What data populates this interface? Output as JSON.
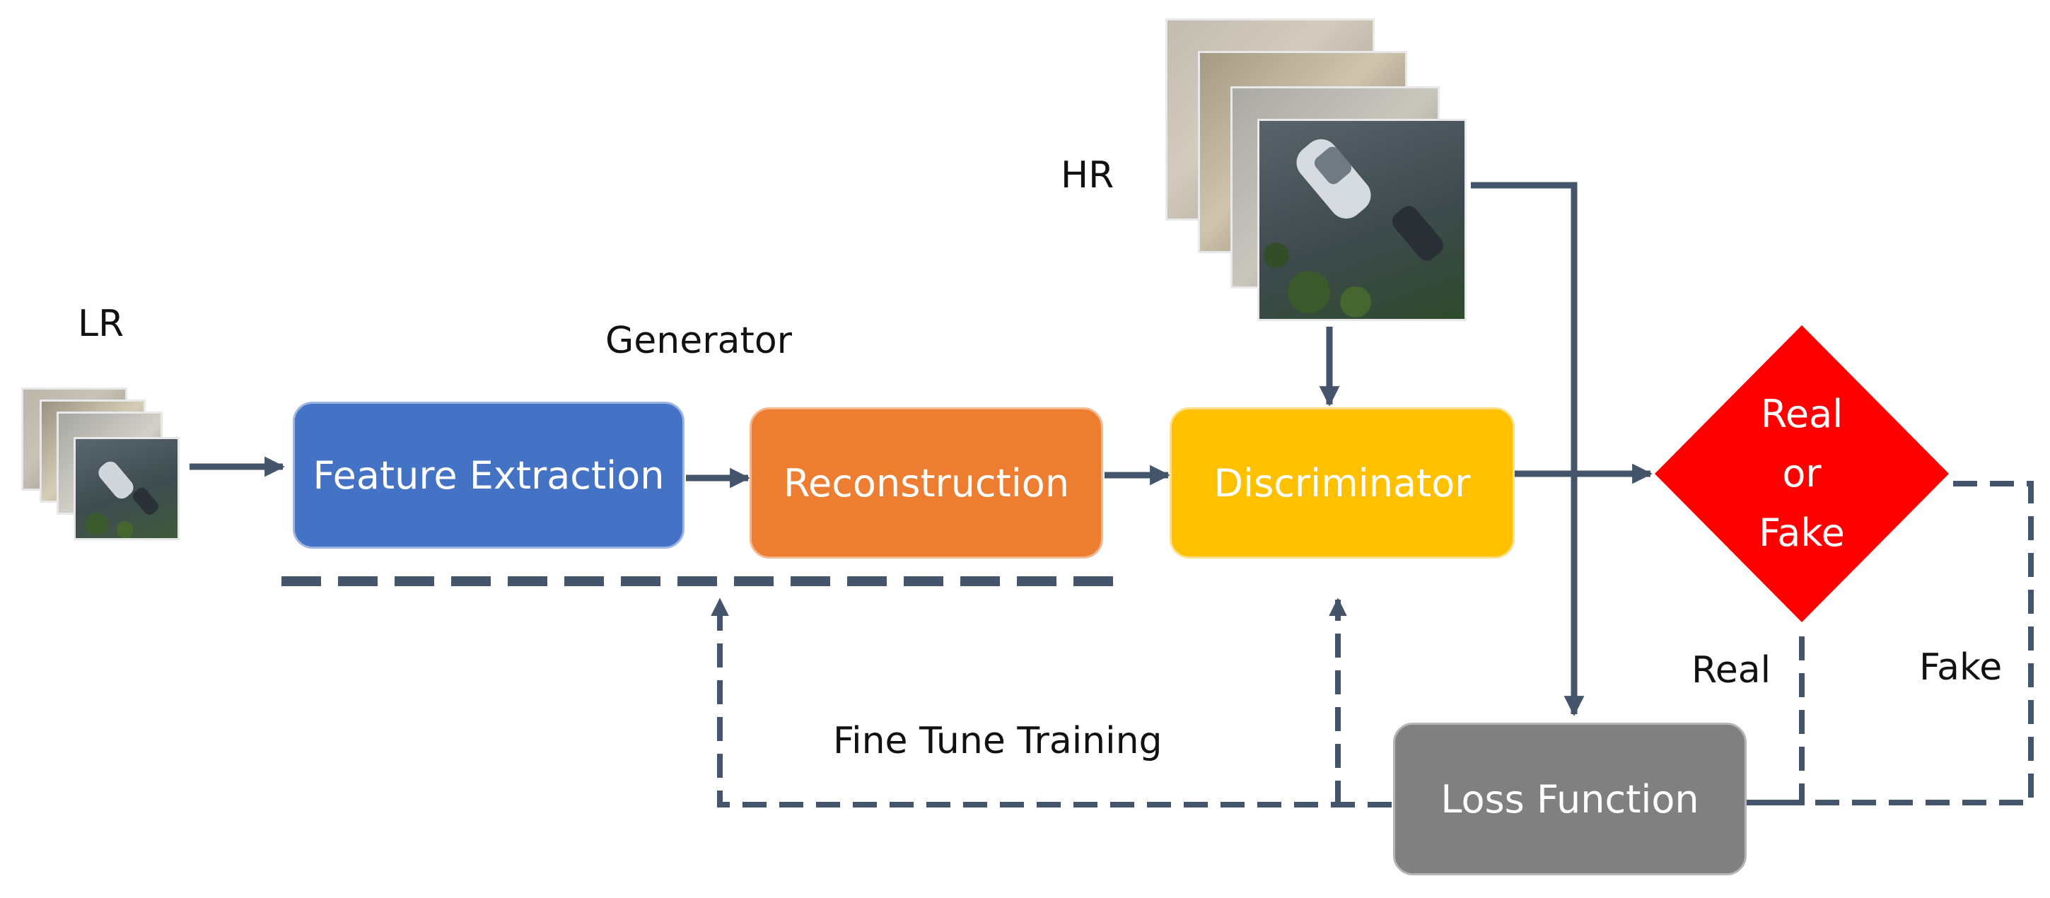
{
  "labels": {
    "lr": "LR",
    "hr": "HR",
    "generator": "Generator",
    "fine_tune": "Fine Tune Training",
    "real": "Real",
    "fake": "Fake"
  },
  "boxes": {
    "feature_extraction": "Feature Extraction",
    "reconstruction": "Reconstruction",
    "discriminator": "Discriminator",
    "loss_function": "Loss Function"
  },
  "decision": {
    "line1": "Real",
    "line2": "or",
    "line3": "Fake"
  },
  "colors": {
    "feature_extraction": "#4472C4",
    "reconstruction": "#ED7D31",
    "discriminator": "#FFC000",
    "loss_function": "#808080",
    "decision": "#FF0000",
    "arrow": "#44546A"
  },
  "icons": {
    "lr_stack": "aerial-image-stack-icon",
    "hr_stack": "aerial-image-stack-icon"
  }
}
